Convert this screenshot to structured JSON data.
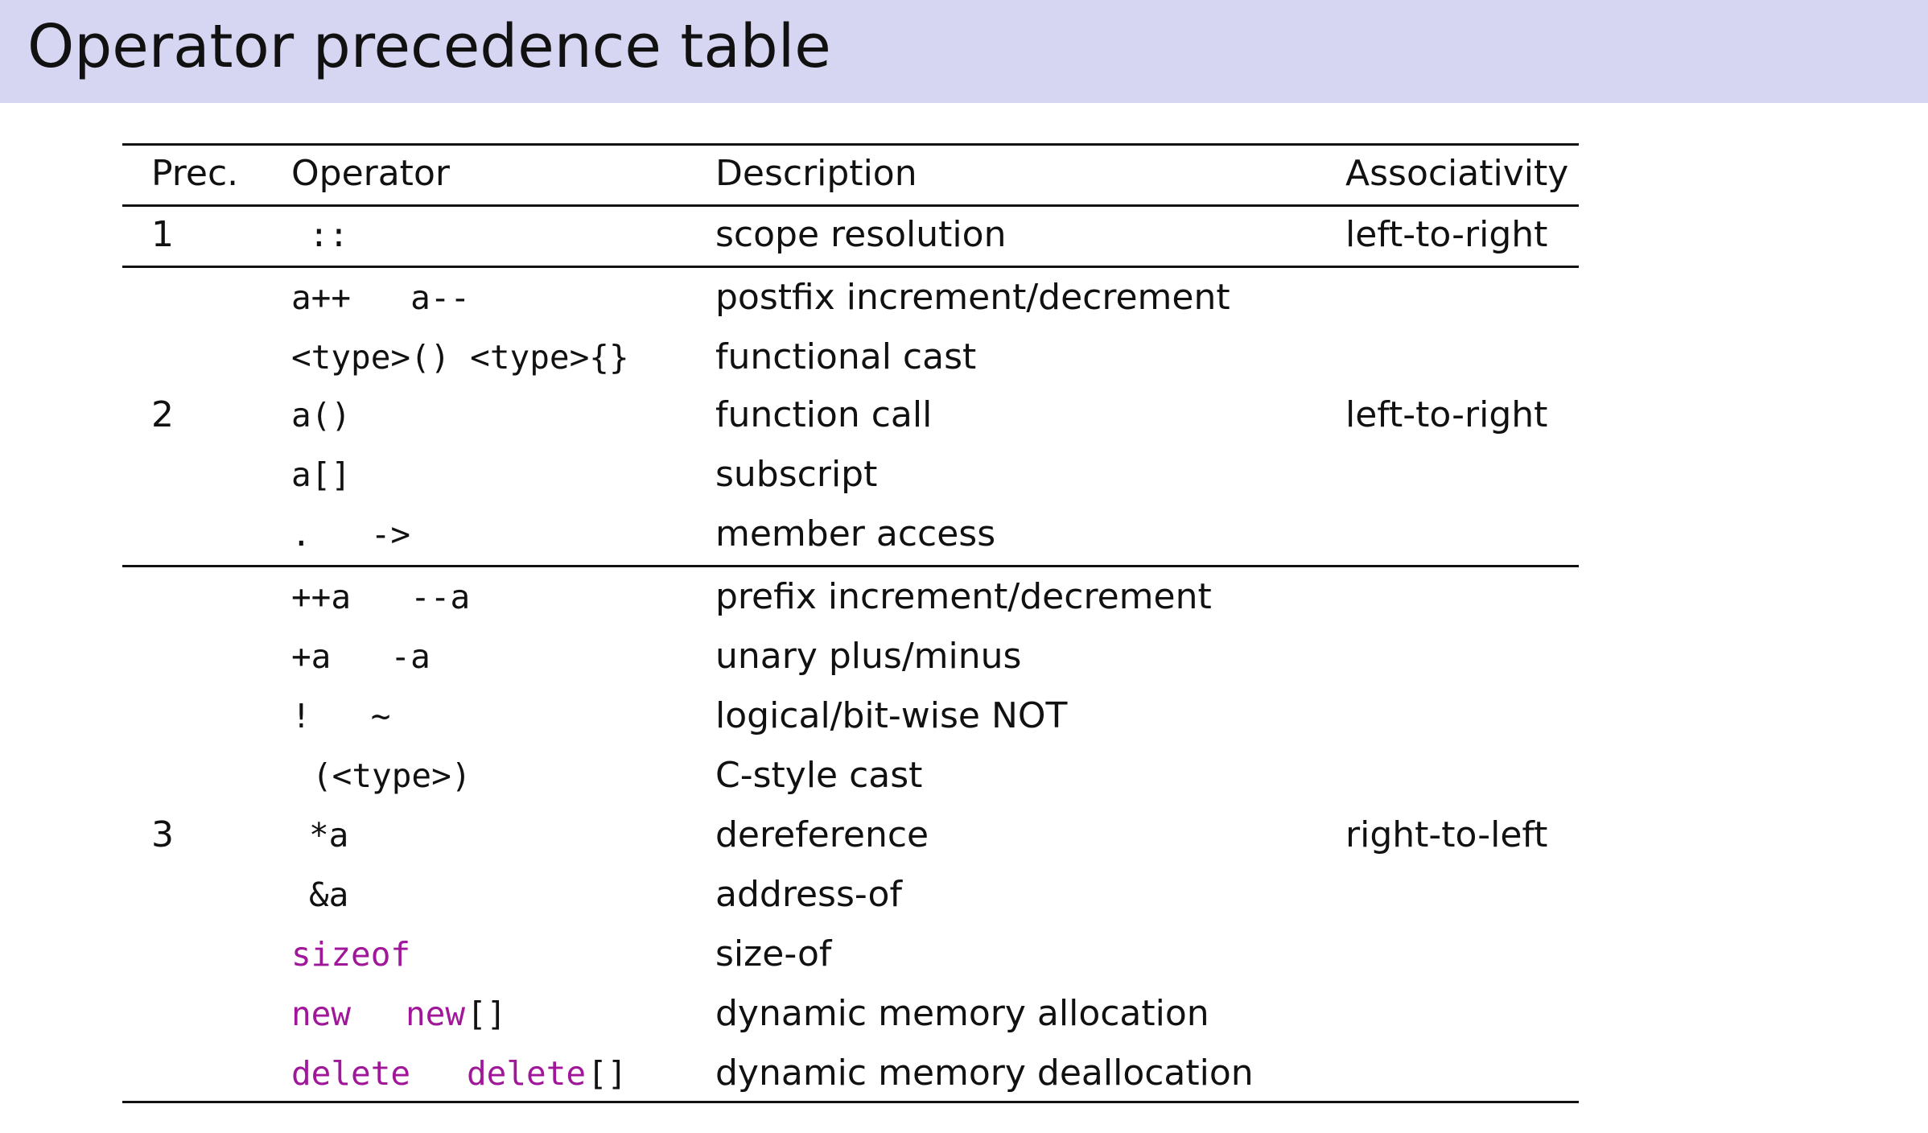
{
  "page": {
    "title": "Operator precedence table"
  },
  "table": {
    "headers": {
      "prec": "Prec.",
      "operator": "Operator",
      "description": "Description",
      "associativity": "Associativity"
    },
    "groups": [
      {
        "prec": "1",
        "associativity": "left-to-right",
        "rows": [
          {
            "operator": "::",
            "description": "scope resolution"
          }
        ]
      },
      {
        "prec": "2",
        "associativity": "left-to-right",
        "rows": [
          {
            "operator": "a++   a--",
            "description": "postfix increment/decrement"
          },
          {
            "operator": "<type>() <type>{}",
            "description": "functional cast"
          },
          {
            "operator": "a()",
            "description": "function call"
          },
          {
            "operator": "a[]",
            "description": "subscript"
          },
          {
            "operator": ".   ->",
            "description": "member access"
          }
        ]
      },
      {
        "prec": "3",
        "associativity": "right-to-left",
        "rows": [
          {
            "operator": "++a   --a",
            "description": "prefix increment/decrement"
          },
          {
            "operator": "+a   -a",
            "description": "unary plus/minus"
          },
          {
            "operator": "!   ~",
            "description": "logical/bit-wise NOT"
          },
          {
            "operator": "(<type>)",
            "description": "C-style cast"
          },
          {
            "operator": "*a",
            "description": "dereference"
          },
          {
            "operator": "&a",
            "description": "address-of"
          },
          {
            "operator_kw": "sizeof",
            "description": "size-of"
          },
          {
            "operator_kw": "new",
            "operator_kw2": "new",
            "operator_suffix2": "[]",
            "description": "dynamic memory allocation"
          },
          {
            "operator_kw": "delete",
            "operator_kw2": "delete",
            "operator_suffix2": "[]",
            "description": "dynamic memory deallocation"
          }
        ]
      }
    ]
  },
  "colors": {
    "title_bar_bg": "#d6d6f2",
    "keyword": "#a0179a",
    "text": "#111111"
  }
}
